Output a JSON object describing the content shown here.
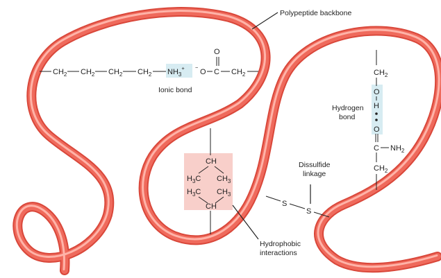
{
  "labels": {
    "backbone": "Polypeptide backbone",
    "ionic": "Ionic bond",
    "hydrogen_line1": "Hydrogen",
    "hydrogen_line2": "bond",
    "disulfide_line1": "Dissulfide",
    "disulfide_line2": "linkage",
    "hydrophobic_line1": "Hydrophobic",
    "hydrophobic_line2": "interactions"
  },
  "ionic_chain": {
    "group": "CH",
    "group_sub": "2",
    "amine": "NH",
    "amine_sub": "3",
    "amine_sup": "+",
    "carboxyl_sup": "−",
    "oxygen": "O",
    "carbon": "C",
    "double_o": "O",
    "end_group": "CH",
    "end_sub": "2"
  },
  "hbond_chain": {
    "ch2": "CH",
    "ch2_sub": "2",
    "o_top": "O",
    "h": "H",
    "o_bottom": "O",
    "carbon": "C",
    "nh2": "NH",
    "nh2_sub": "2",
    "ch2_bottom": "CH",
    "ch2_bottom_sub": "2"
  },
  "hydrophobic_group": {
    "ch_top": "CH",
    "ch_bottom": "CH",
    "h3c": "H",
    "h3c_sub": "3",
    "h3c_c": "C",
    "ch3": "CH",
    "ch3_sub": "3"
  },
  "disulfide": {
    "s": "S"
  },
  "colors": {
    "tube_dark": "#d9473a",
    "tube_mid": "#ef6a5c",
    "tube_light": "#ffb3a8",
    "highlight_blue": "#d7ecf2",
    "highlight_pink": "#f8cfca",
    "line": "#222222"
  }
}
